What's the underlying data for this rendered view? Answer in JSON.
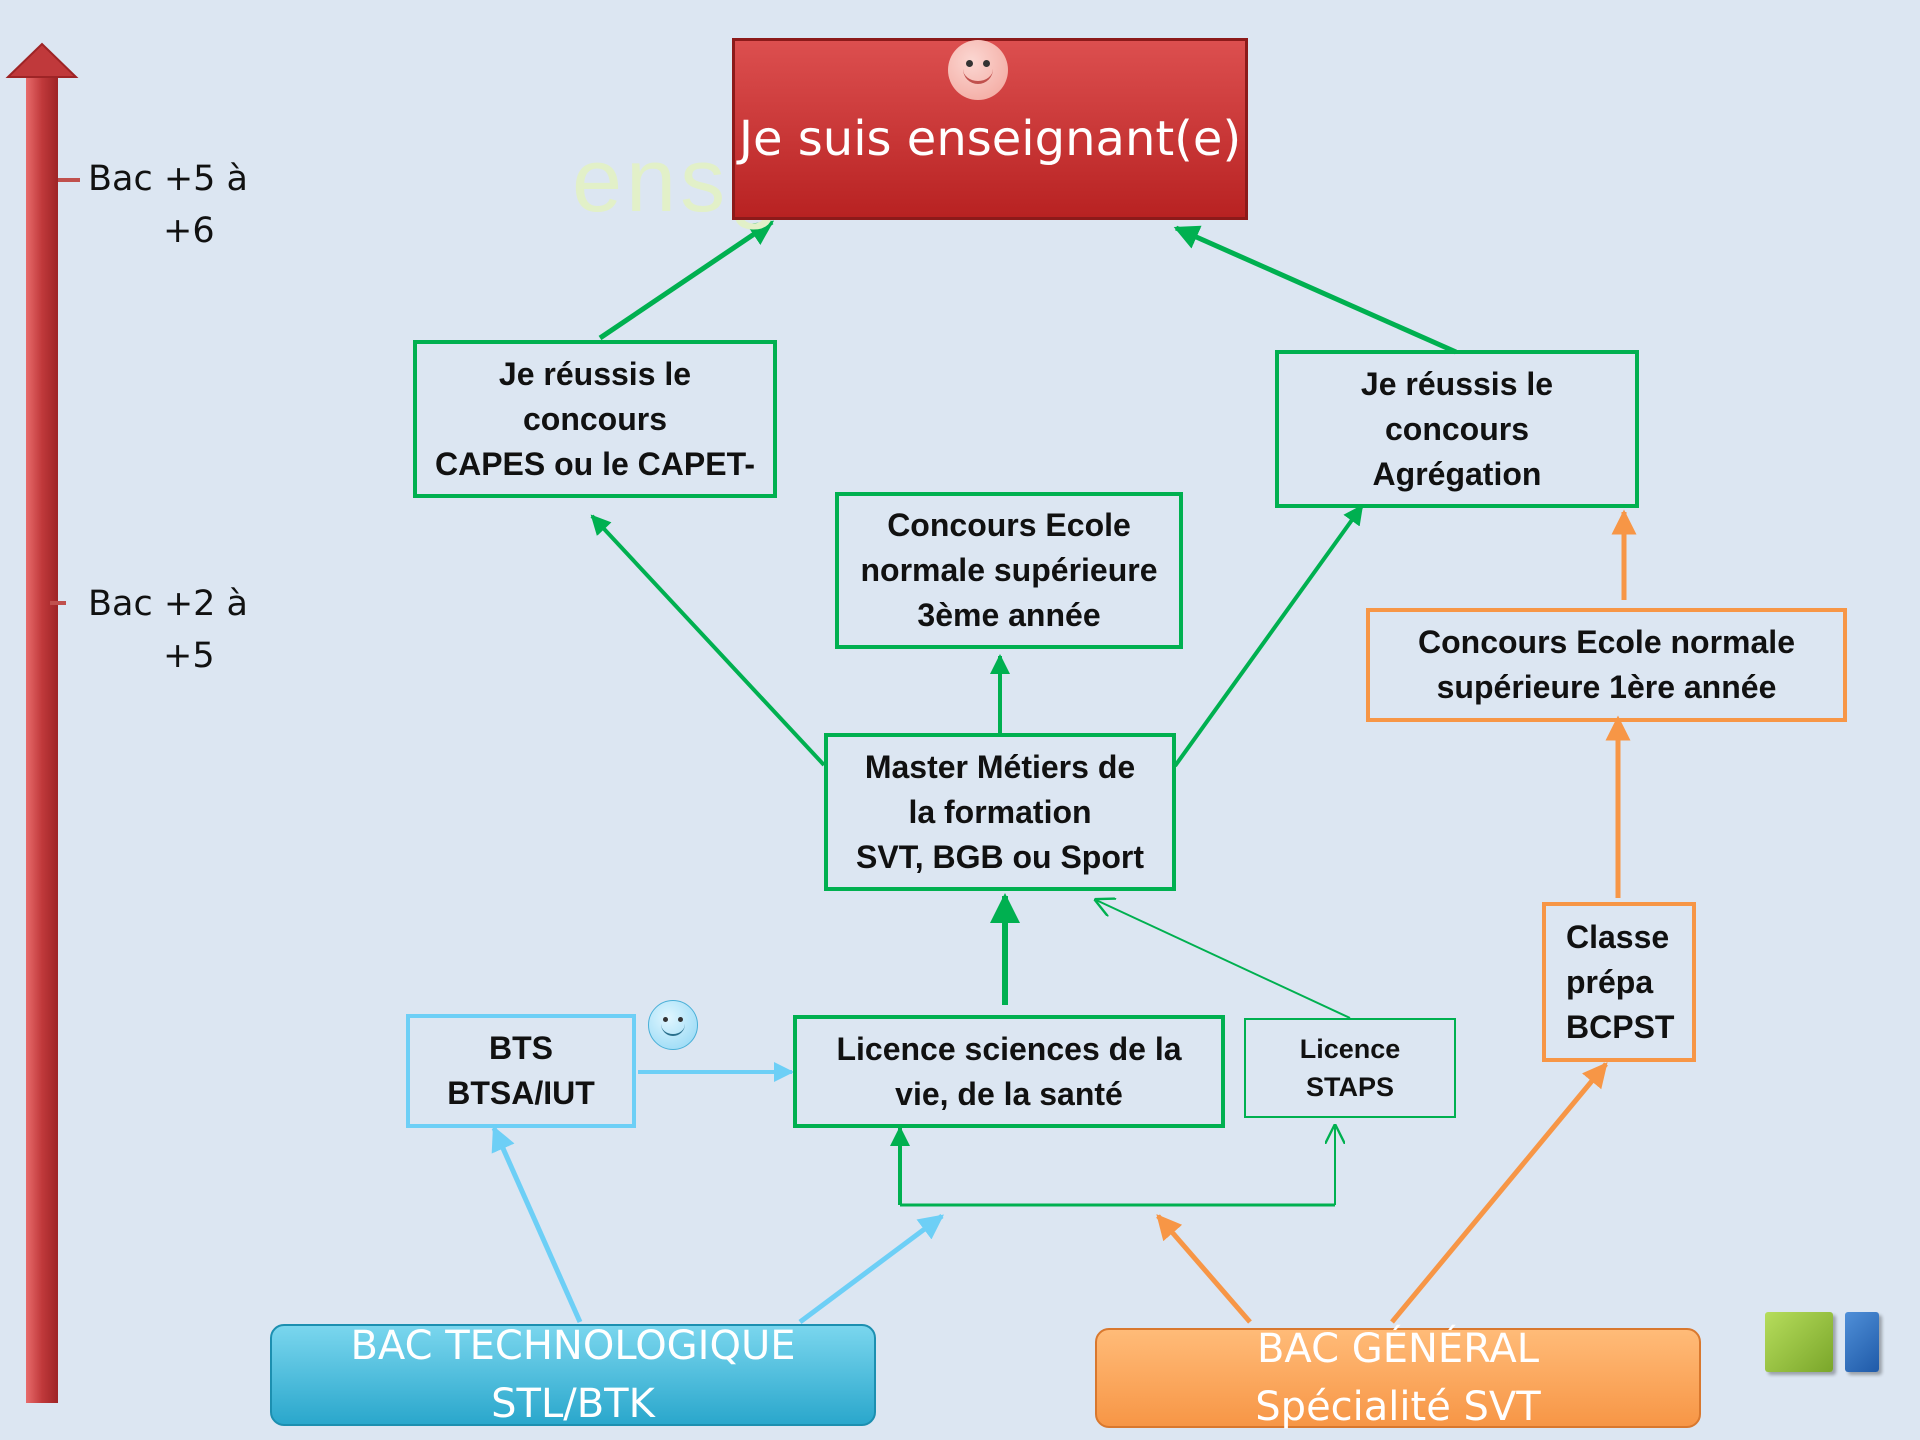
{
  "goal": {
    "title": "Je suis enseignant(e)"
  },
  "ghost_text": "ensg",
  "axis": {
    "level_high": [
      "Bac +5 à",
      "+6"
    ],
    "level_mid": [
      "Bac +2 à",
      "+5"
    ]
  },
  "boxes": {
    "capes": [
      "Je réussis le",
      "concours",
      "CAPES ou le CAPET-"
    ],
    "agregation": [
      "Je réussis le",
      "concours",
      "Agrégation"
    ],
    "ens3": [
      "Concours  Ecole",
      "normale supérieure",
      "3ème année"
    ],
    "ens1": [
      "Concours  Ecole normale",
      "supérieure 1ère année"
    ],
    "master": [
      "Master Métiers de",
      "la formation",
      "SVT, BGB ou Sport"
    ],
    "prepa": [
      "Classe",
      "prépa",
      "BCPST"
    ],
    "bts": [
      "BTS",
      "BTSA/IUT"
    ],
    "licence_svt": [
      "Licence sciences de la",
      "vie, de la santé"
    ],
    "licence_staps": [
      "Licence",
      "STAPS"
    ]
  },
  "bacs": {
    "techno": [
      "BAC TECHNOLOGIQUE",
      "STL/BTK"
    ],
    "general": [
      "BAC  GÉNÉRAL",
      "Spécialité SVT"
    ]
  },
  "colors": {
    "green": "#00b050",
    "orange": "#f79646",
    "blue": "#6dcff6",
    "red": "#c0504d"
  }
}
